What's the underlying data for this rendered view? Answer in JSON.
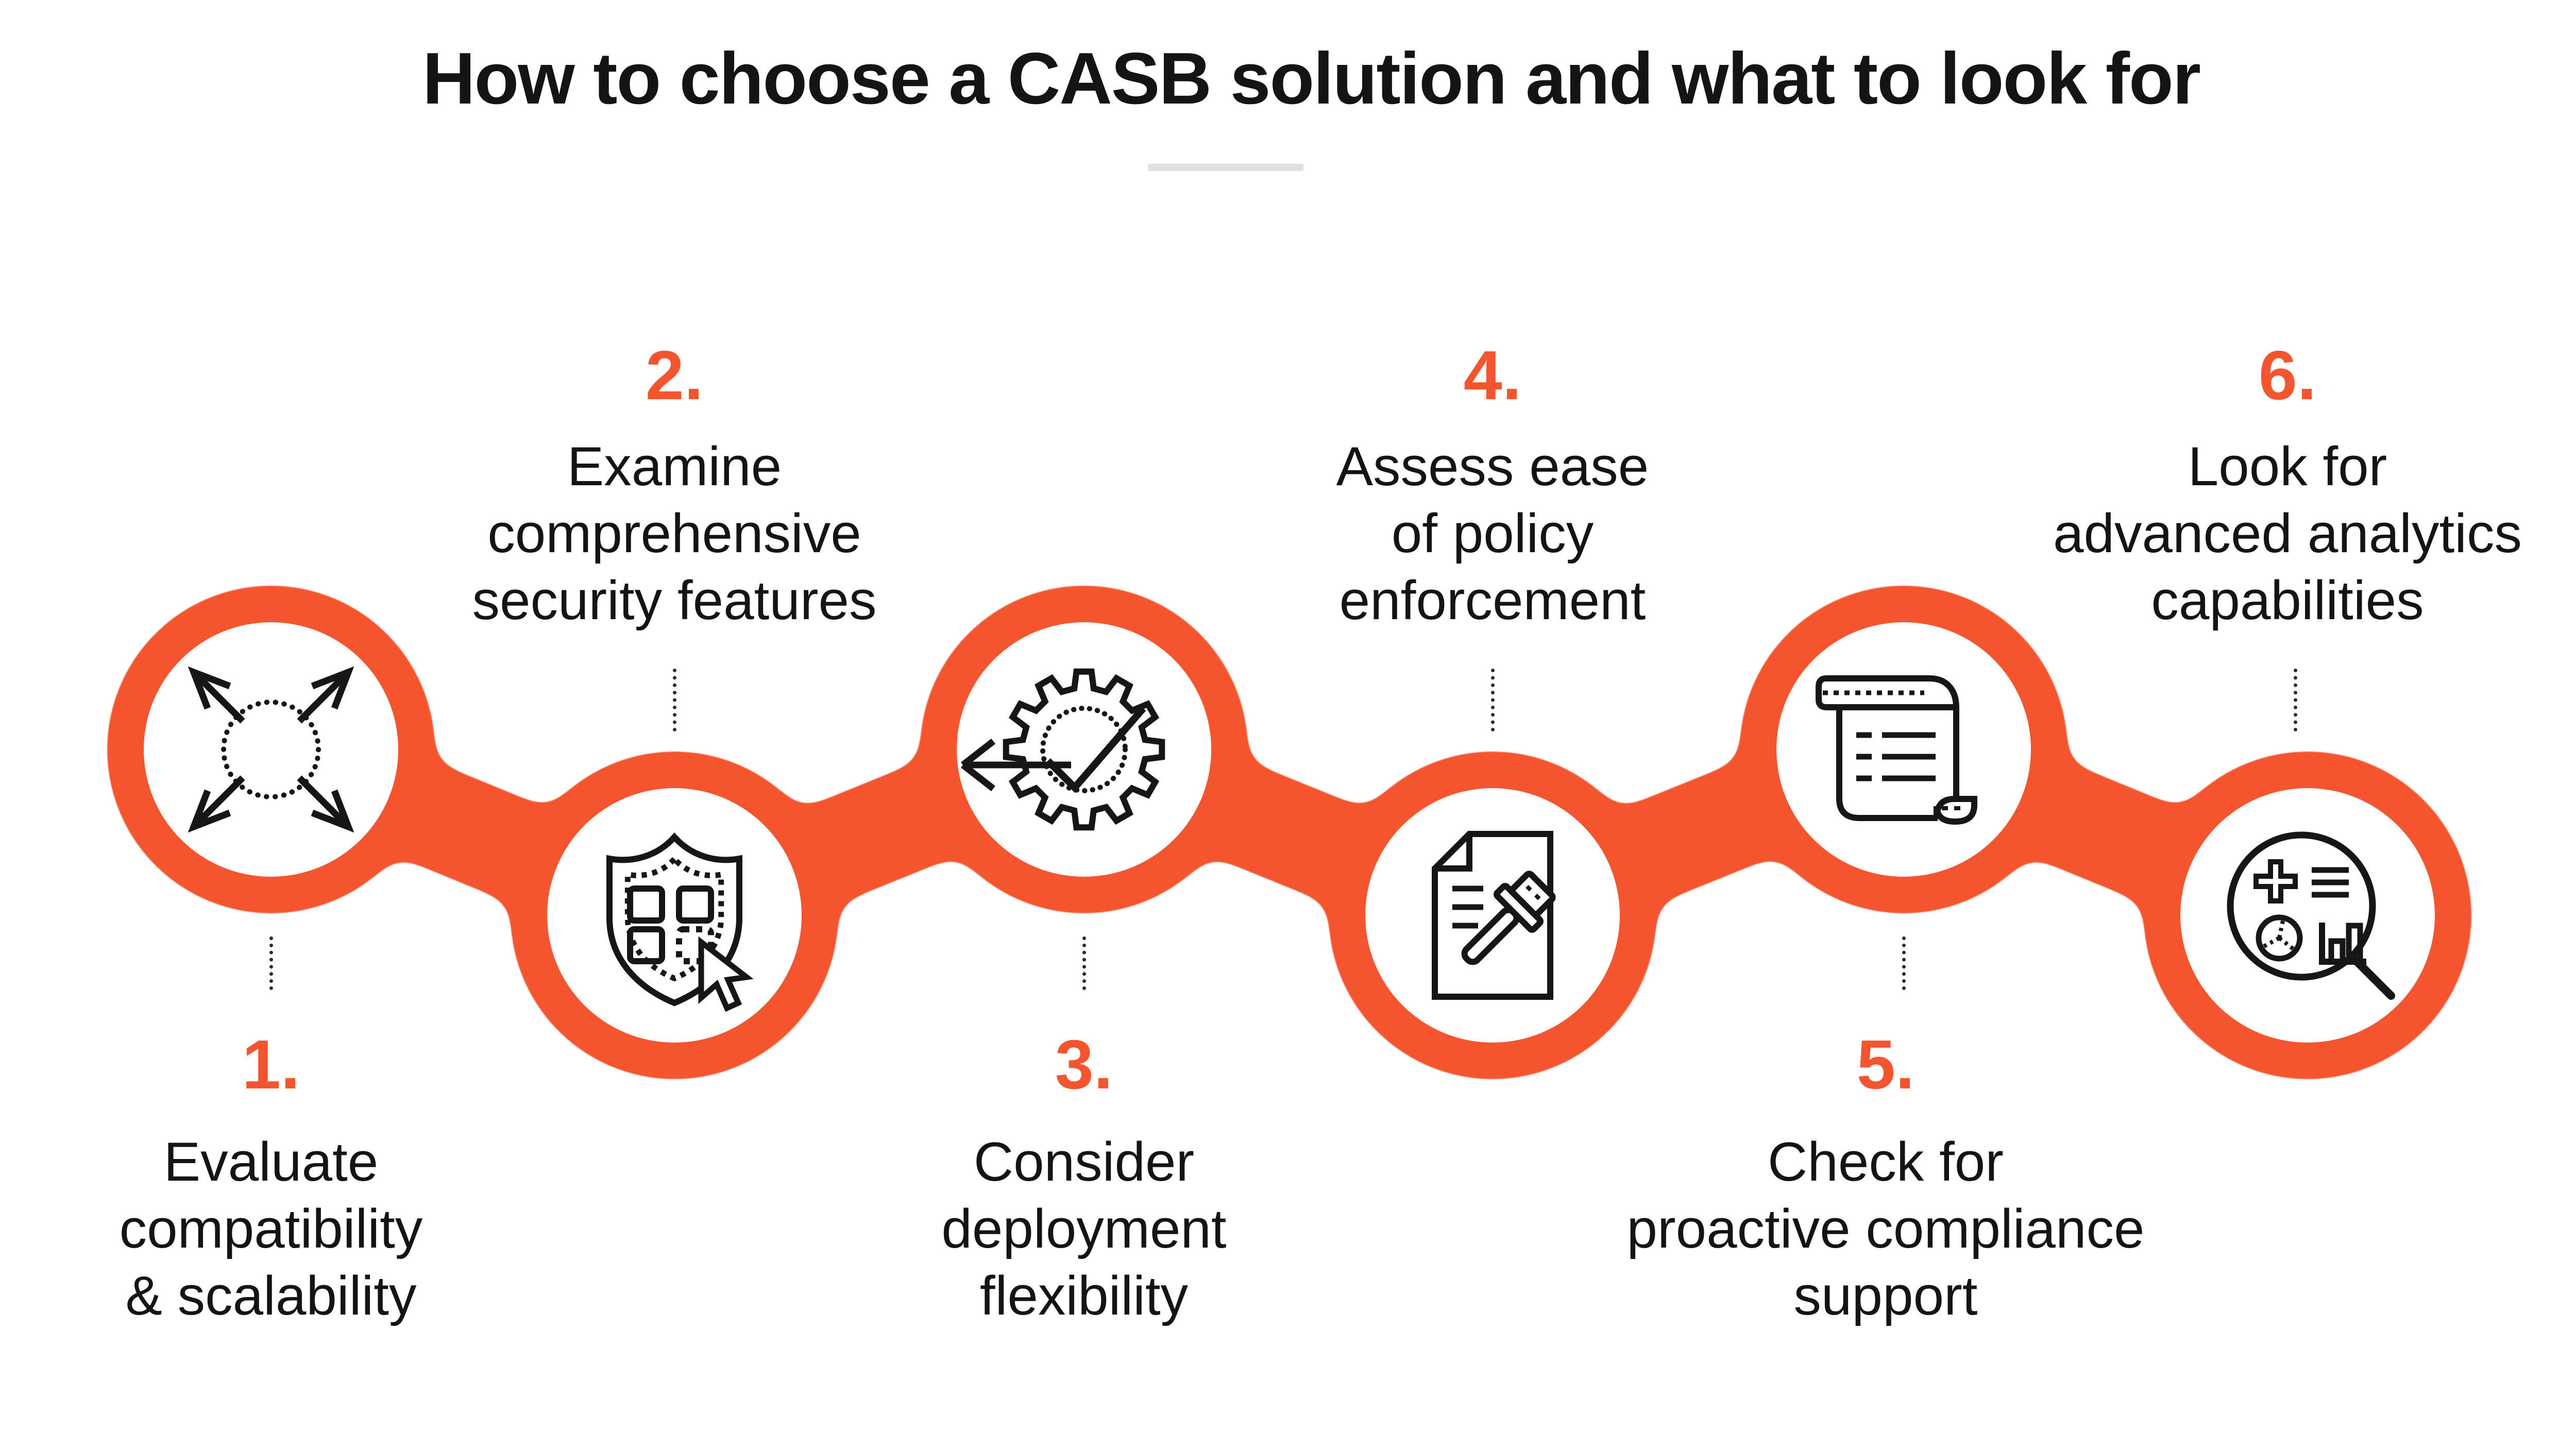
{
  "title": "How to choose a CASB solution and what to look for",
  "colors": {
    "accent": "#F4542E",
    "text": "#141414",
    "icon_stroke": "#161616",
    "divider": "#E0E0E0",
    "background": "#FFFFFF"
  },
  "steps": [
    {
      "number": "1.",
      "label": "Evaluate\ncompatibility\n& scalability",
      "icon": "expand-arrows-icon",
      "circle_row": "top",
      "text_position": "below"
    },
    {
      "number": "2.",
      "label": "Examine\ncomprehensive\nsecurity features",
      "icon": "security-shield-click-icon",
      "circle_row": "bottom",
      "text_position": "above"
    },
    {
      "number": "3.",
      "label": "Consider\ndeployment\nflexibility",
      "icon": "gear-checkmark-arrow-icon",
      "circle_row": "top",
      "text_position": "below"
    },
    {
      "number": "4.",
      "label": "Assess ease\nof policy\nenforcement",
      "icon": "document-gavel-icon",
      "circle_row": "bottom",
      "text_position": "above"
    },
    {
      "number": "5.",
      "label": "Check for\nproactive compliance\nsupport",
      "icon": "policy-scroll-icon",
      "circle_row": "top",
      "text_position": "below"
    },
    {
      "number": "6.",
      "label": "Look for\nadvanced analytics\ncapabilities",
      "icon": "analytics-magnifier-icon",
      "circle_row": "bottom",
      "text_position": "above"
    }
  ]
}
